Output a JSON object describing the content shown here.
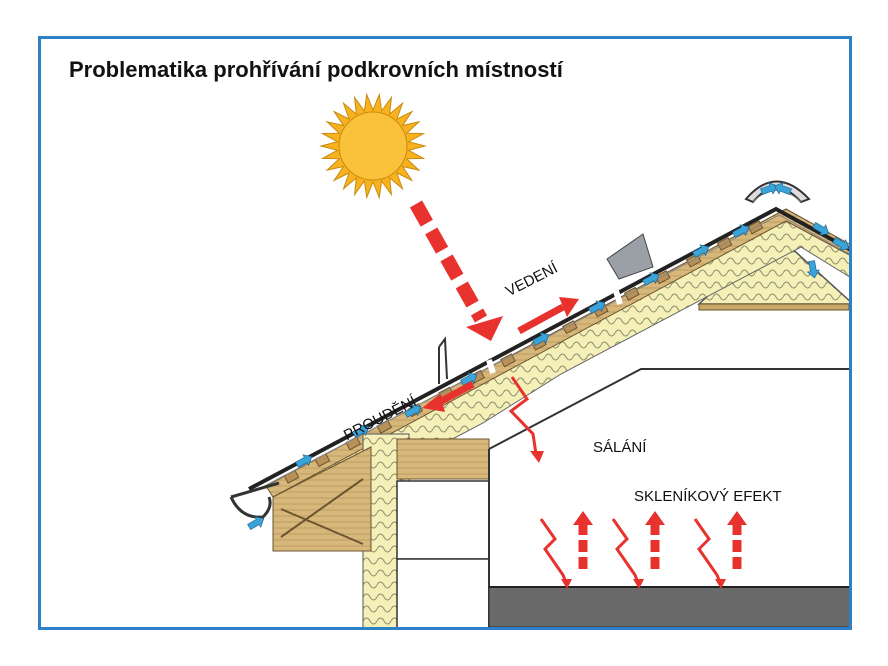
{
  "title": "Problematika prohřívání podkrovních místností",
  "labels": {
    "vedeni": "VEDENÍ",
    "proudeni": "PROUDĚNÍ",
    "salani": "SÁLÁNÍ",
    "sklenik": "SKLENÍKOVÝ EFEKT"
  },
  "colors": {
    "frame": "#2d7fc6",
    "sun": "#f7b21e",
    "heat_arrow": "#e8322e",
    "air_arrow": "#3aa3d8",
    "wood": "#d8b87a",
    "insulation": "#f4f0b8",
    "floor": "#6a6a6a"
  },
  "icons": [
    "sun-icon",
    "heat-arrow-icon",
    "air-flow-icon",
    "gutter-icon",
    "ridge-tile-icon"
  ]
}
